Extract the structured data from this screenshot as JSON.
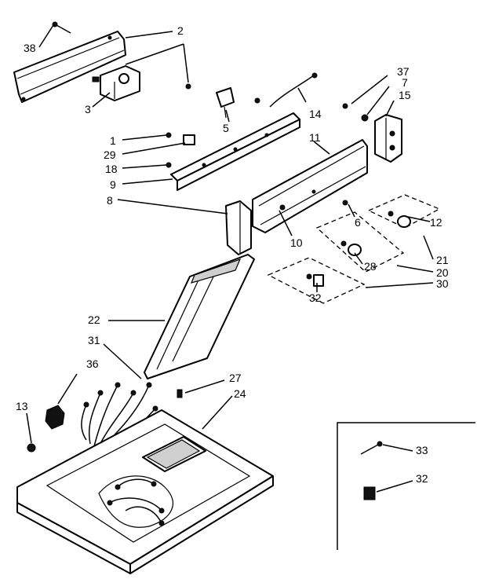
{
  "labels": {
    "l38": "38",
    "l2": "2",
    "l3": "3",
    "l5": "5",
    "l14": "14",
    "l37": "37",
    "l7": "7",
    "l15": "15",
    "l1": "1",
    "l29": "29",
    "l18": "18",
    "l9": "9",
    "l11": "11",
    "l8": "8",
    "l6": "6",
    "l12": "12",
    "l10": "10",
    "l28": "28",
    "l21": "21",
    "l20": "20",
    "l30": "30",
    "l32a": "32",
    "l22": "22",
    "l31": "31",
    "l36": "36",
    "l27": "27",
    "l24": "24",
    "l13": "13",
    "l33": "33",
    "l32b": "32"
  }
}
